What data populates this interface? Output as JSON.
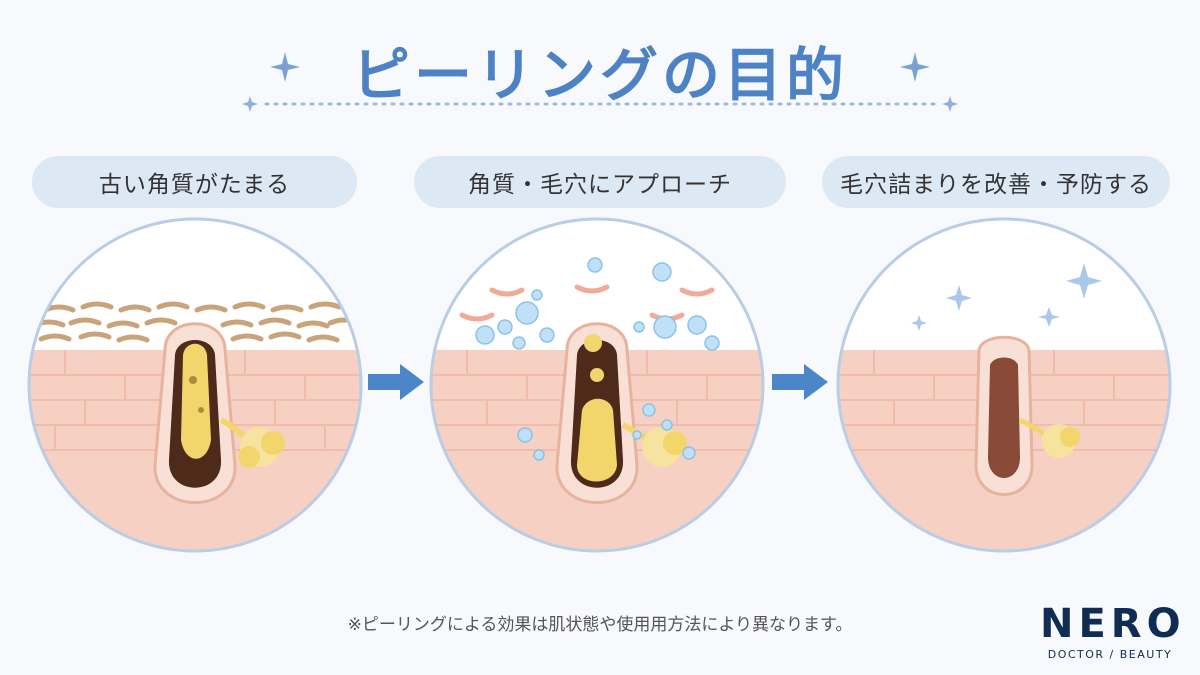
{
  "title": "ピーリングの目的",
  "stages": [
    {
      "label": "古い角質がたまる"
    },
    {
      "label": "角質・毛穴にアプローチ"
    },
    {
      "label": "毛穴詰まりを改善・予防する"
    }
  ],
  "footnote": "※ピーリングによる効果は肌状態や使用用方法により異なります。",
  "logo": {
    "name": "NERO",
    "tagline": "DOCTOR / BEAUTY"
  },
  "colors": {
    "title": "#4d82c4",
    "pill_bg": "#dde8f5",
    "circle_border": "#b9cde6",
    "skin": "#f6d0c3",
    "arrow": "#4a86c8",
    "logo": "#0f2d52"
  }
}
